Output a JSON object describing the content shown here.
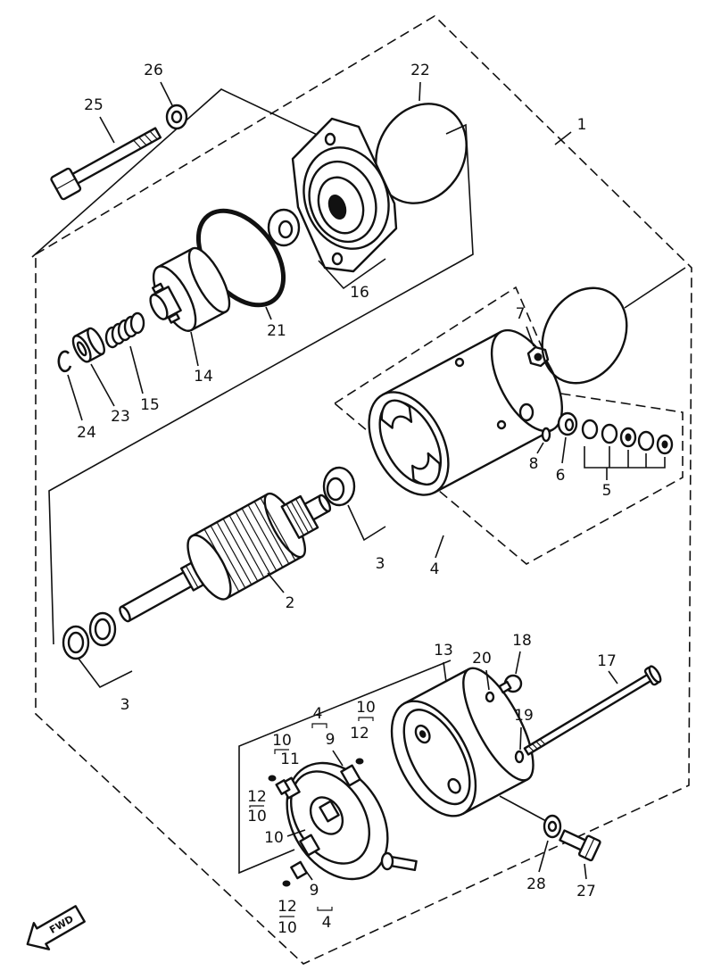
{
  "labels": {
    "p1": "1",
    "p2": "2",
    "p3a": "3",
    "p3b": "3",
    "p4a": "4",
    "p4b": "4",
    "p4c": "4",
    "p5": "5",
    "p6": "6",
    "p7": "7",
    "p8": "8",
    "p9a": "9",
    "p9b": "9",
    "p10a": "10",
    "p10b": "10",
    "p10c": "10",
    "p10d": "10",
    "p10e": "10",
    "p11": "11",
    "p12a": "12",
    "p12b": "12",
    "p12c": "12",
    "p13": "13",
    "p14": "14",
    "p15": "15",
    "p16": "16",
    "p17": "17",
    "p18": "18",
    "p19": "19",
    "p20": "20",
    "p21": "21",
    "p22": "22",
    "p23": "23",
    "p24": "24",
    "p25": "25",
    "p26": "26",
    "p27": "27",
    "p28": "28"
  },
  "fwd_label": "FWD"
}
